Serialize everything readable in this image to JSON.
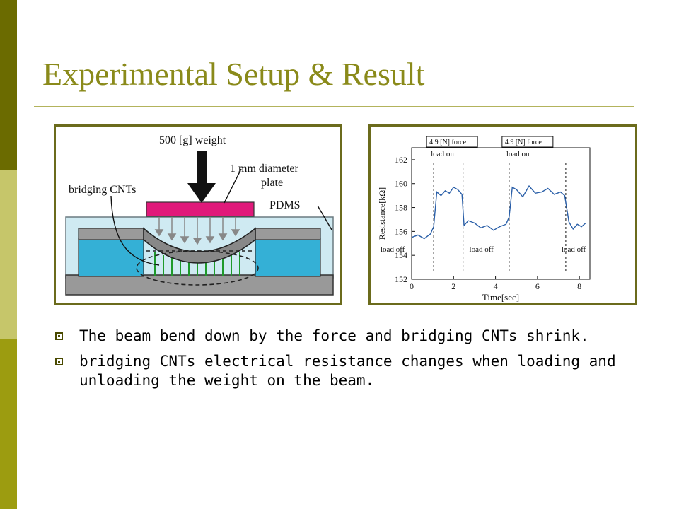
{
  "slide": {
    "title": "Experimental Setup & Result",
    "colors": {
      "title": "#8a8a1a",
      "accent_dark": "#6b6b00",
      "accent_light": "#c6c66a",
      "accent_mid": "#9c9c10"
    }
  },
  "diagram": {
    "labels": {
      "weight": "500 [g] weight",
      "plate_line1": "1 mm diameter",
      "plate_line2": "plate",
      "bridging": "bridging CNTs",
      "pdms": "PDMS"
    }
  },
  "chart_data": {
    "type": "line",
    "title": "",
    "xlabel": "Time[sec]",
    "ylabel": "Resistance[kΩ]",
    "xlim": [
      0,
      8.5
    ],
    "ylim": [
      152,
      163
    ],
    "xticks": [
      0,
      2,
      4,
      6,
      8
    ],
    "yticks": [
      152,
      154,
      156,
      158,
      160,
      162
    ],
    "grid": false,
    "series": [
      {
        "x": [
          0,
          0.3,
          0.6,
          0.9,
          1.05,
          1.2,
          1.4,
          1.6,
          1.8,
          2.0,
          2.2,
          2.4,
          2.5,
          2.7,
          3.0,
          3.3,
          3.6,
          3.9,
          4.2,
          4.5,
          4.65,
          4.8,
          5.0,
          5.3,
          5.6,
          5.9,
          6.2,
          6.5,
          6.8,
          7.1,
          7.3,
          7.5,
          7.7,
          7.9,
          8.1,
          8.3
        ],
        "y": [
          155.5,
          155.7,
          155.4,
          155.8,
          156.4,
          159.3,
          159.0,
          159.4,
          159.2,
          159.7,
          159.5,
          159.1,
          156.5,
          156.9,
          156.7,
          156.3,
          156.5,
          156.1,
          156.4,
          156.6,
          157.2,
          159.7,
          159.5,
          158.9,
          159.8,
          159.2,
          159.3,
          159.6,
          159.1,
          159.3,
          159.0,
          156.8,
          156.2,
          156.6,
          156.4,
          156.7
        ]
      }
    ],
    "annotations": {
      "force_label_1": "4.9 [N] force",
      "load_on_1": "load on",
      "force_label_2": "4.9 [N] force",
      "load_on_2": "load on",
      "load_off_1": "load off",
      "load_off_2": "load off",
      "load_off_3": "load off"
    },
    "event_lines_x": [
      1.05,
      2.45,
      4.65,
      7.35
    ]
  },
  "bullets": [
    "The beam bend down by the force and bridging CNTs shrink.",
    "bridging CNTs electrical resistance changes when loading and unloading the weight on the beam."
  ]
}
